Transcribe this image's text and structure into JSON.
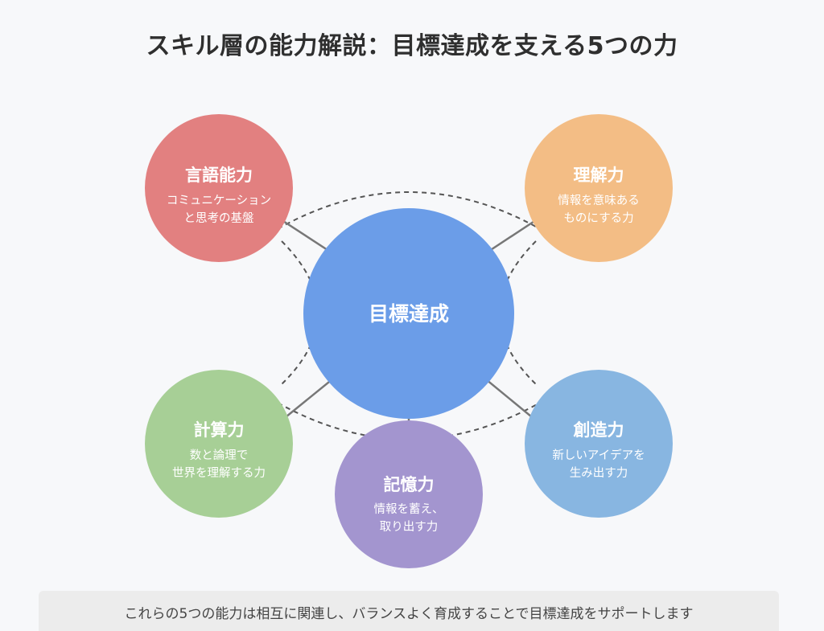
{
  "title": "スキル層の能力解説：目標達成を支える5つの力",
  "center": {
    "label": "目標達成",
    "color": "#6b9de8"
  },
  "nodes": [
    {
      "id": "language",
      "label": "言語能力",
      "desc": [
        "コミュニケーション",
        "と思考の基盤"
      ],
      "color": "#e28080"
    },
    {
      "id": "understanding",
      "label": "理解力",
      "desc": [
        "情報を意味ある",
        "ものにする力"
      ],
      "color": "#f3bd85"
    },
    {
      "id": "calculation",
      "label": "計算力",
      "desc": [
        "数と論理で",
        "世界を理解する力"
      ],
      "color": "#a7cf96"
    },
    {
      "id": "creativity",
      "label": "創造力",
      "desc": [
        "新しいアイデアを",
        "生み出す力"
      ],
      "color": "#88b6e1"
    },
    {
      "id": "memory",
      "label": "記憶力",
      "desc": [
        "情報を蓄え、",
        "取り出す力"
      ],
      "color": "#a395cf"
    }
  ],
  "footer": "これらの5つの能力は相互に関連し、バランスよく育成することで目標達成をサポートします"
}
